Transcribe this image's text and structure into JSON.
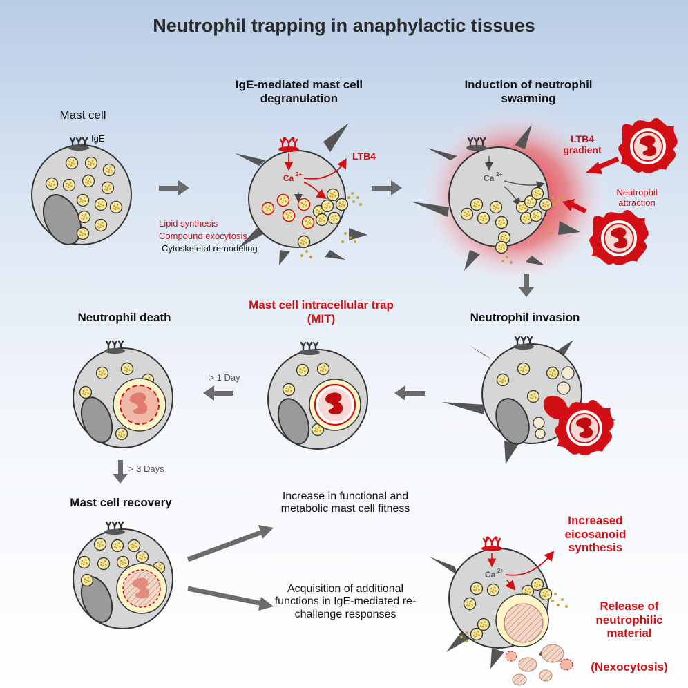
{
  "title": "Neutrophil trapping in anaphylactic tissues",
  "labels": {
    "mast_cell": "Mast cell",
    "ige": "IgE",
    "degranulation": "IgE-mediated mast cell degranulation",
    "swarming": "Induction of neutrophil swarming",
    "ltb4": "LTB4",
    "ltb4_gradient": "LTB4 gradient",
    "neutrophil_attraction": "Neutrophil attraction",
    "ca": "Ca",
    "ca_sup": "2+",
    "lipid_synthesis": "Lipid synthesis",
    "compound_exocytosis": "Compound exocytosis",
    "cytoskeletal_remodeling": "Cytoskeletal remodeling",
    "neutrophil_death": "Neutrophil death",
    "mit": "Mast cell intracellular trap (MIT)",
    "neutrophil_invasion": "Neutrophil invasion",
    "gt_1_day": "> 1 Day",
    "gt_3_days": "> 3 Days",
    "mast_cell_recovery": "Mast cell recovery",
    "increase_fitness": "Increase in functional and metabolic mast cell fitness",
    "acquisition": "Acquisition of additional functions in IgE-mediated re-challenge responses",
    "increased_eicosanoid": "Increased eicosanoid synthesis",
    "release_neutrophilic": "Release of neutrophilic material",
    "nexocytosis": "(Nexocytosis)"
  },
  "colors": {
    "title": "#2b2b2b",
    "red_text": "#d10f14",
    "cell_fill": "#d6d6d6",
    "cell_stroke": "#333333",
    "nucleus": "#9a9a9a",
    "granule": "#f5e9a3",
    "neutrophil": "#d10f14",
    "arrow": "#6b6b6b"
  }
}
